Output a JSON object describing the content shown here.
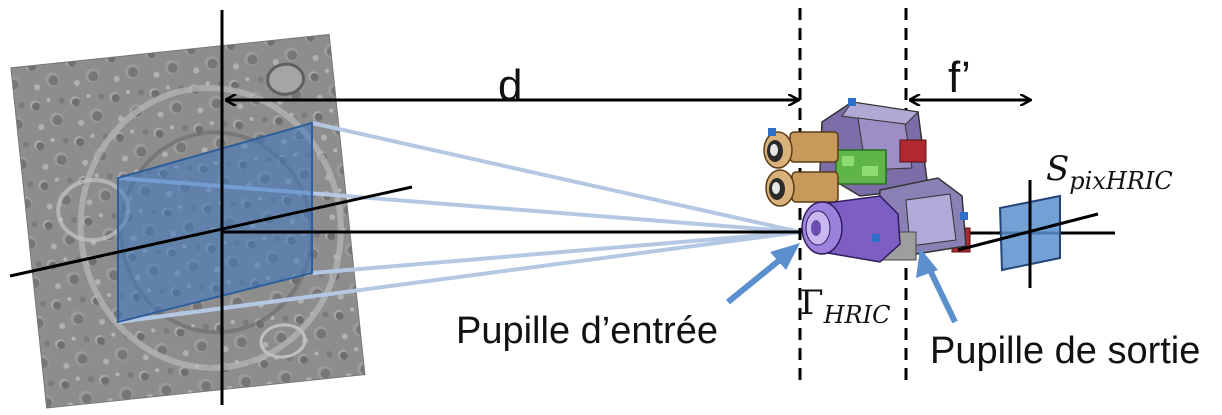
{
  "labels": {
    "distance": "d",
    "focal": "f’",
    "pixel_area_main": "S",
    "pixel_area_sub": "pixHRIC",
    "gamma_main": "Γ",
    "gamma_sub": "HRIC",
    "entrance_pupil": "Pupille d’entrée",
    "exit_pupil": "Pupille de sortie"
  },
  "colors": {
    "ray": "#b4c8e4",
    "projection_fill": "#3f78c2",
    "pointer_arrow": "#5b8fce",
    "line": "#000000"
  }
}
